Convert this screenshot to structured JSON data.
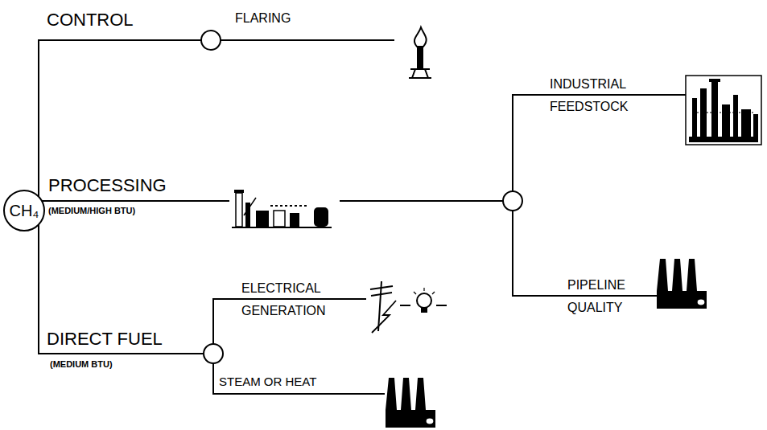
{
  "diagram": {
    "nodes": [
      {
        "text": [
          "CH₄"
        ]
      }
    ],
    "labels": [
      "CONTROL",
      "FLARING",
      "PROCESSING",
      "(MEDIUM/HIGH BTU)",
      "INDUSTRIAL FEEDSTOCK",
      "PIPELINE QUALITY",
      "ELECTRICAL GENERATION",
      "DIRECT FUEL",
      "(MEDIUM BTU)",
      "STEAM OR HEAT"
    ]
  }
}
